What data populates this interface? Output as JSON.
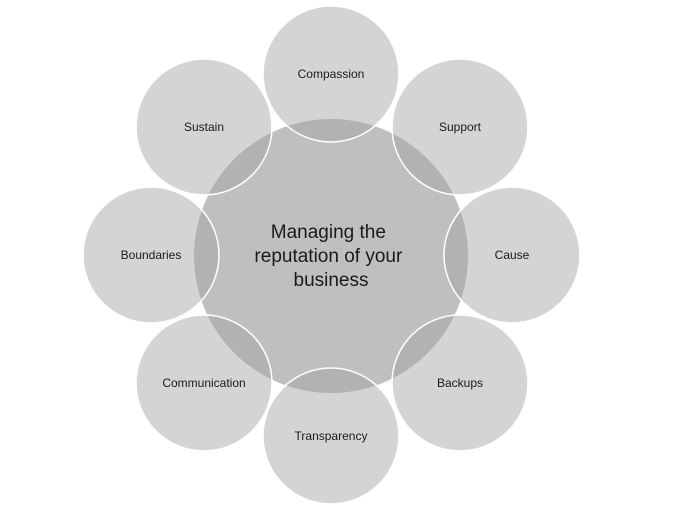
{
  "diagram": {
    "center": {
      "lines": [
        "Managing the",
        "reputation of your",
        "business"
      ]
    },
    "nodes": [
      {
        "label": "Compassion"
      },
      {
        "label": "Support"
      },
      {
        "label": "Cause"
      },
      {
        "label": "Backups"
      },
      {
        "label": "Transparency"
      },
      {
        "label": "Communication"
      },
      {
        "label": "Boundaries"
      },
      {
        "label": "Sustain"
      }
    ],
    "colors": {
      "center": "#bfbfbf",
      "node": "#a4a4a4",
      "stroke": "#ffffff"
    }
  }
}
